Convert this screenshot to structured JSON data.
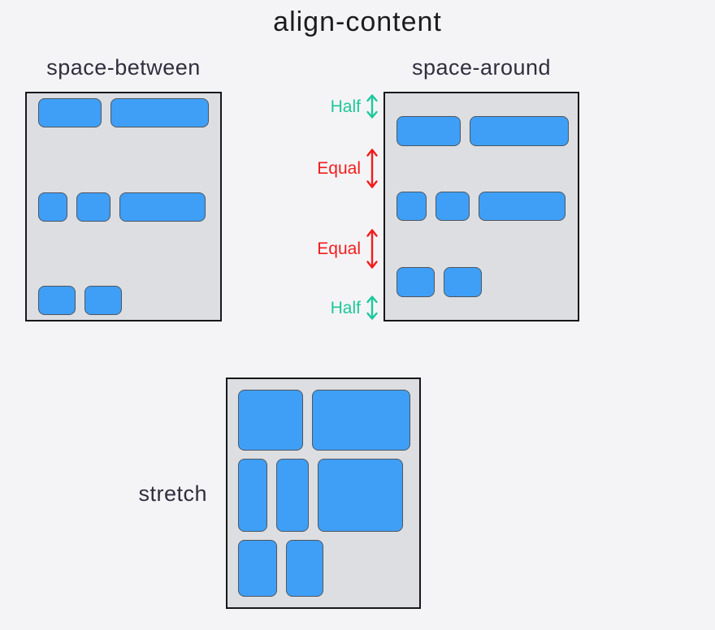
{
  "title": "align-content",
  "colors": {
    "background": "#f4f4f6",
    "container_fill": "#dcdee1",
    "container_border": "#17171a",
    "item_fill": "#3f9ff7",
    "item_border": "#4e565f",
    "heading_text": "#1c1c1e",
    "label_text": "#322e3f",
    "half_green": "#1fc79c",
    "equal_red": "#f11c1c"
  },
  "panels": [
    {
      "label": "space-between",
      "align_content": "space-between",
      "rows": [
        {
          "height": 36,
          "item_widths": [
            78,
            121
          ]
        },
        {
          "height": 36,
          "item_widths": [
            36,
            42,
            106
          ]
        },
        {
          "height": 36,
          "item_widths": [
            46,
            46
          ]
        }
      ]
    },
    {
      "label": "space-around",
      "align_content": "space-around",
      "rows": [
        {
          "height": 37,
          "item_widths": [
            79,
            122
          ]
        },
        {
          "height": 36,
          "item_widths": [
            37,
            42,
            107
          ]
        },
        {
          "height": 37,
          "item_widths": [
            47,
            47
          ]
        }
      ]
    },
    {
      "label": "stretch",
      "align_content": "stretch",
      "rows": [
        {
          "height": 75,
          "item_widths": [
            80,
            121
          ]
        },
        {
          "height": 90,
          "item_widths": [
            36,
            40,
            105
          ]
        },
        {
          "height": 70,
          "item_widths": [
            48,
            46
          ]
        }
      ]
    }
  ],
  "annotations": [
    {
      "label": "Half",
      "kind": "half"
    },
    {
      "label": "Equal",
      "kind": "equal"
    },
    {
      "label": "Equal",
      "kind": "equal"
    },
    {
      "label": "Half",
      "kind": "half"
    }
  ]
}
